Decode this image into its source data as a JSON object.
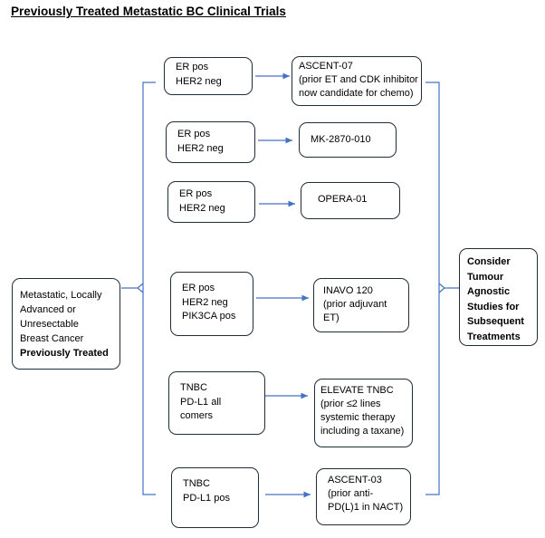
{
  "title": "Previously Treated Metastatic BC Clinical Trials",
  "source": {
    "lines": [
      "Metastatic, Locally",
      "Advanced or",
      "Unresectable",
      "Breast Cancer"
    ],
    "bold_line": "Previously Treated"
  },
  "groups": [
    {
      "criteria": [
        "ER pos",
        "HER2 neg"
      ],
      "trial": [
        "ASCENT-07",
        "(prior ET and CDK inhibitor",
        "now candidate for chemo)"
      ]
    },
    {
      "criteria": [
        "ER pos",
        "HER2 neg"
      ],
      "trial": [
        "MK-2870-010"
      ]
    },
    {
      "criteria": [
        "ER pos",
        "HER2 neg"
      ],
      "trial": [
        "OPERA-01"
      ]
    },
    {
      "criteria": [
        "ER pos",
        "HER2 neg",
        "PIK3CA pos"
      ],
      "trial": [
        "INAVO 120",
        "(prior adjuvant",
        "ET)"
      ]
    },
    {
      "criteria": [
        "TNBC",
        "PD-L1 all",
        "comers"
      ],
      "trial": [
        "ELEVATE TNBC",
        "(prior ≤2 lines",
        "systemic therapy",
        "including a taxane)"
      ]
    },
    {
      "criteria": [
        "TNBC",
        "PD-L1 pos"
      ],
      "trial": [
        "ASCENT-03",
        "(prior anti-",
        "PD(L)1 in NACT)"
      ]
    }
  ],
  "outcome": [
    "Consider",
    "Tumour",
    "Agnostic",
    "Studies for",
    "Subsequent",
    "Treatments"
  ],
  "colors": {
    "box_border": "#1f2d3d",
    "connector": "#4472c4"
  }
}
